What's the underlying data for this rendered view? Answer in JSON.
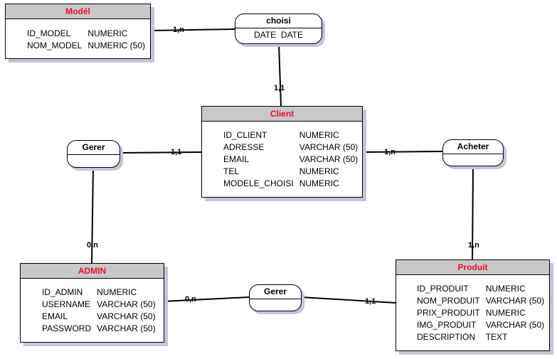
{
  "entities": {
    "model": {
      "title": "Modél",
      "fields": [
        {
          "name": "ID_MODEL",
          "type": "NUMERIC"
        },
        {
          "name": "NOM_MODEL",
          "type": "NUMERIC (50)"
        }
      ]
    },
    "client": {
      "title": "Client",
      "fields": [
        {
          "name": "ID_CLIENT",
          "type": "NUMERIC"
        },
        {
          "name": "ADRESSE",
          "type": "VARCHAR (50)"
        },
        {
          "name": "EMAIL",
          "type": "VARCHAR (50)"
        },
        {
          "name": "TEL",
          "type": "NUMERIC"
        },
        {
          "name": "MODELE_CHOISI",
          "type": "NUMERIC"
        }
      ]
    },
    "admin": {
      "title": "ADMIN",
      "fields": [
        {
          "name": "ID_ADMIN",
          "type": "NUMERIC"
        },
        {
          "name": "USERNAME",
          "type": "VARCHAR (50)"
        },
        {
          "name": "EMAIL",
          "type": "VARCHAR (50)"
        },
        {
          "name": "PASSWORD",
          "type": "VARCHAR (50)"
        }
      ]
    },
    "produit": {
      "title": "Produit",
      "fields": [
        {
          "name": "ID_PRODUIT",
          "type": "NUMERIC"
        },
        {
          "name": "NOM_PRODUIT",
          "type": "VARCHAR (50)"
        },
        {
          "name": "PRIX_PRODUIT",
          "type": "NUMERIC"
        },
        {
          "name": "IMG_PRODUIT",
          "type": "VARCHAR (50)"
        },
        {
          "name": "DESCRIPTION",
          "type": "TEXT"
        }
      ]
    }
  },
  "associations": {
    "choisi": {
      "title": "choisi",
      "attribute": "DATE  DATE"
    },
    "gerer_left": {
      "title": "Gerer",
      "attribute": ""
    },
    "acheter": {
      "title": "Acheter",
      "attribute": ""
    },
    "gerer_bottom": {
      "title": "Gerer",
      "attribute": ""
    }
  },
  "cardinalities": {
    "model_choisi": "1,n",
    "client_choisi": "1,1",
    "client_gerer": "1,1",
    "admin_gerer": "0,n",
    "client_acheter": "1,n",
    "produit_acheter": "1,n",
    "admin_gerer2": "0,n",
    "produit_gerer2": "1,1"
  },
  "colors": {
    "entity_title": "#e8102a",
    "header_fill": "#c8c8c8",
    "shadow": "#c4c4dc"
  }
}
